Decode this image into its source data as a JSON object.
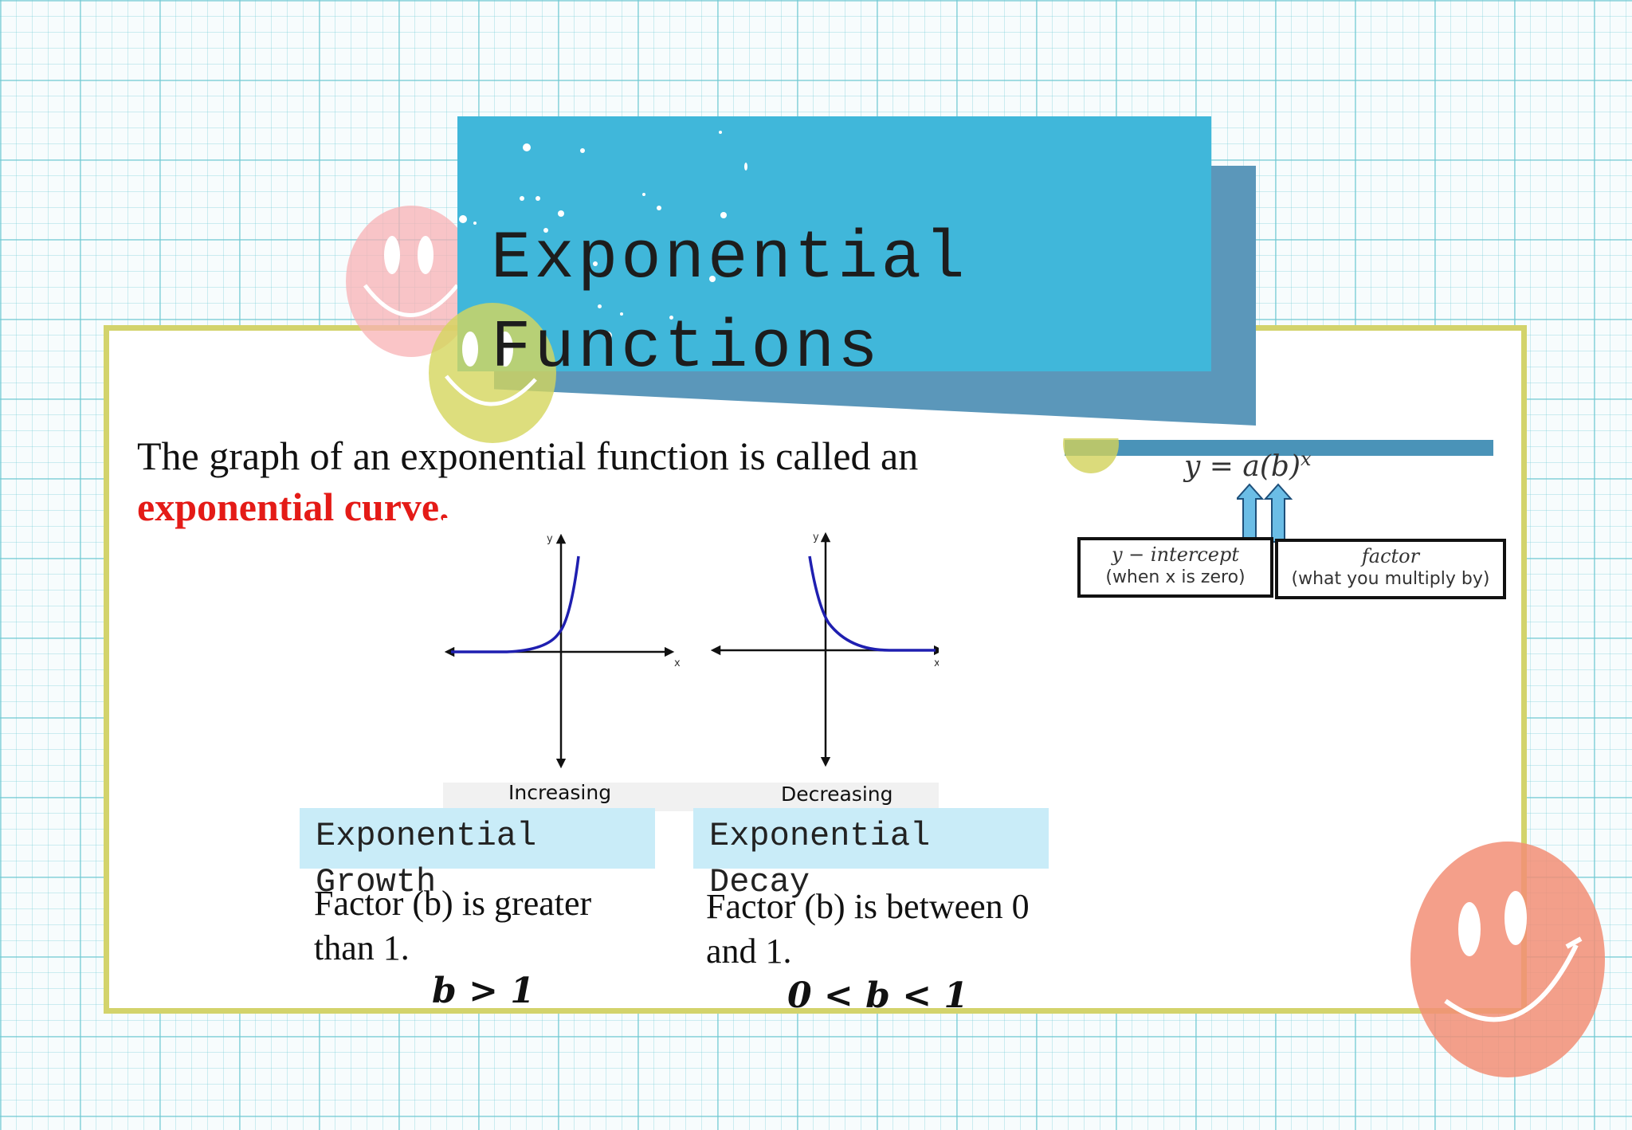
{
  "slide": {
    "title": "Exponential\nFunctions",
    "intro_text": "The graph of an exponential function is called an",
    "intro_highlight": "exponential curve."
  },
  "graphs": {
    "left_caption": "Increasing",
    "right_caption": "Decreasing",
    "axis_x": "x",
    "axis_y": "y"
  },
  "growth": {
    "label": "Exponential\nGrowth",
    "description": "Factor (b) is greater than 1.",
    "inequality": "b > 1"
  },
  "decay": {
    "label": "Exponential\nDecay",
    "description": "Factor (b) is between 0 and 1.",
    "inequality": "0 < b < 1"
  },
  "formula": {
    "base": "y = a(b)",
    "exponent": "x",
    "intercept_title": "y − intercept",
    "intercept_note": "(when x is zero)",
    "factor_title": "factor",
    "factor_note": "(what you multiply by)"
  },
  "colors": {
    "title_banner": "#40b7da",
    "shadow_banner": "#5b97ba",
    "panel_border": "#d3d36b",
    "highlight": "#e41b17",
    "label_box": "#c9ecf8",
    "curve": "#1f1fb0",
    "arrow_fill": "#6bbde6"
  },
  "decorations": [
    "smiley-pink",
    "smiley-yellow",
    "smiley-yellow-small",
    "smiley-orange"
  ]
}
